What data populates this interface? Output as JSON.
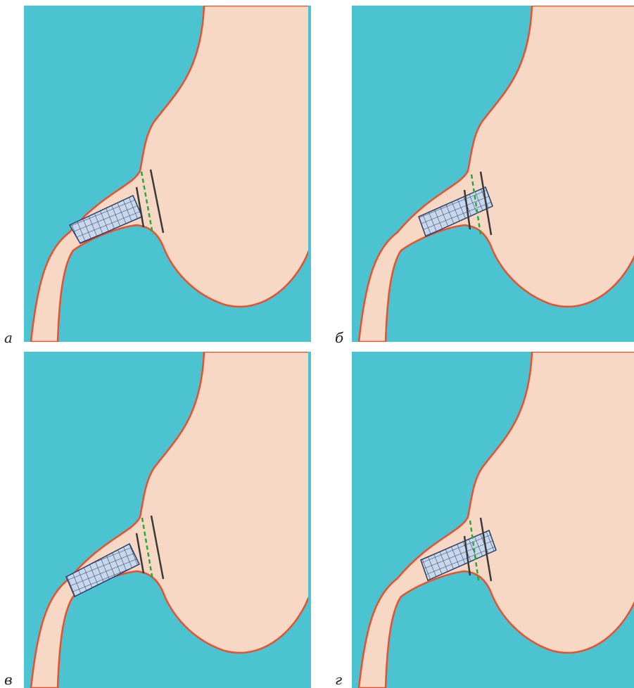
{
  "colors": {
    "background": "#4cc3d1",
    "organ_fill": "#f6d8c4",
    "organ_outline": "#e8502e",
    "stent_fill": "#c7d7ec",
    "stent_mesh": "#2f3c63",
    "line_dark": "#3a3a3a",
    "line_dashed": "#2aa83a"
  },
  "panels": [
    {
      "label": "а",
      "stent": "proximal"
    },
    {
      "label": "б",
      "stent": "across"
    },
    {
      "label": "в",
      "stent": "proximal"
    },
    {
      "label": "г",
      "stent": "across"
    }
  ]
}
